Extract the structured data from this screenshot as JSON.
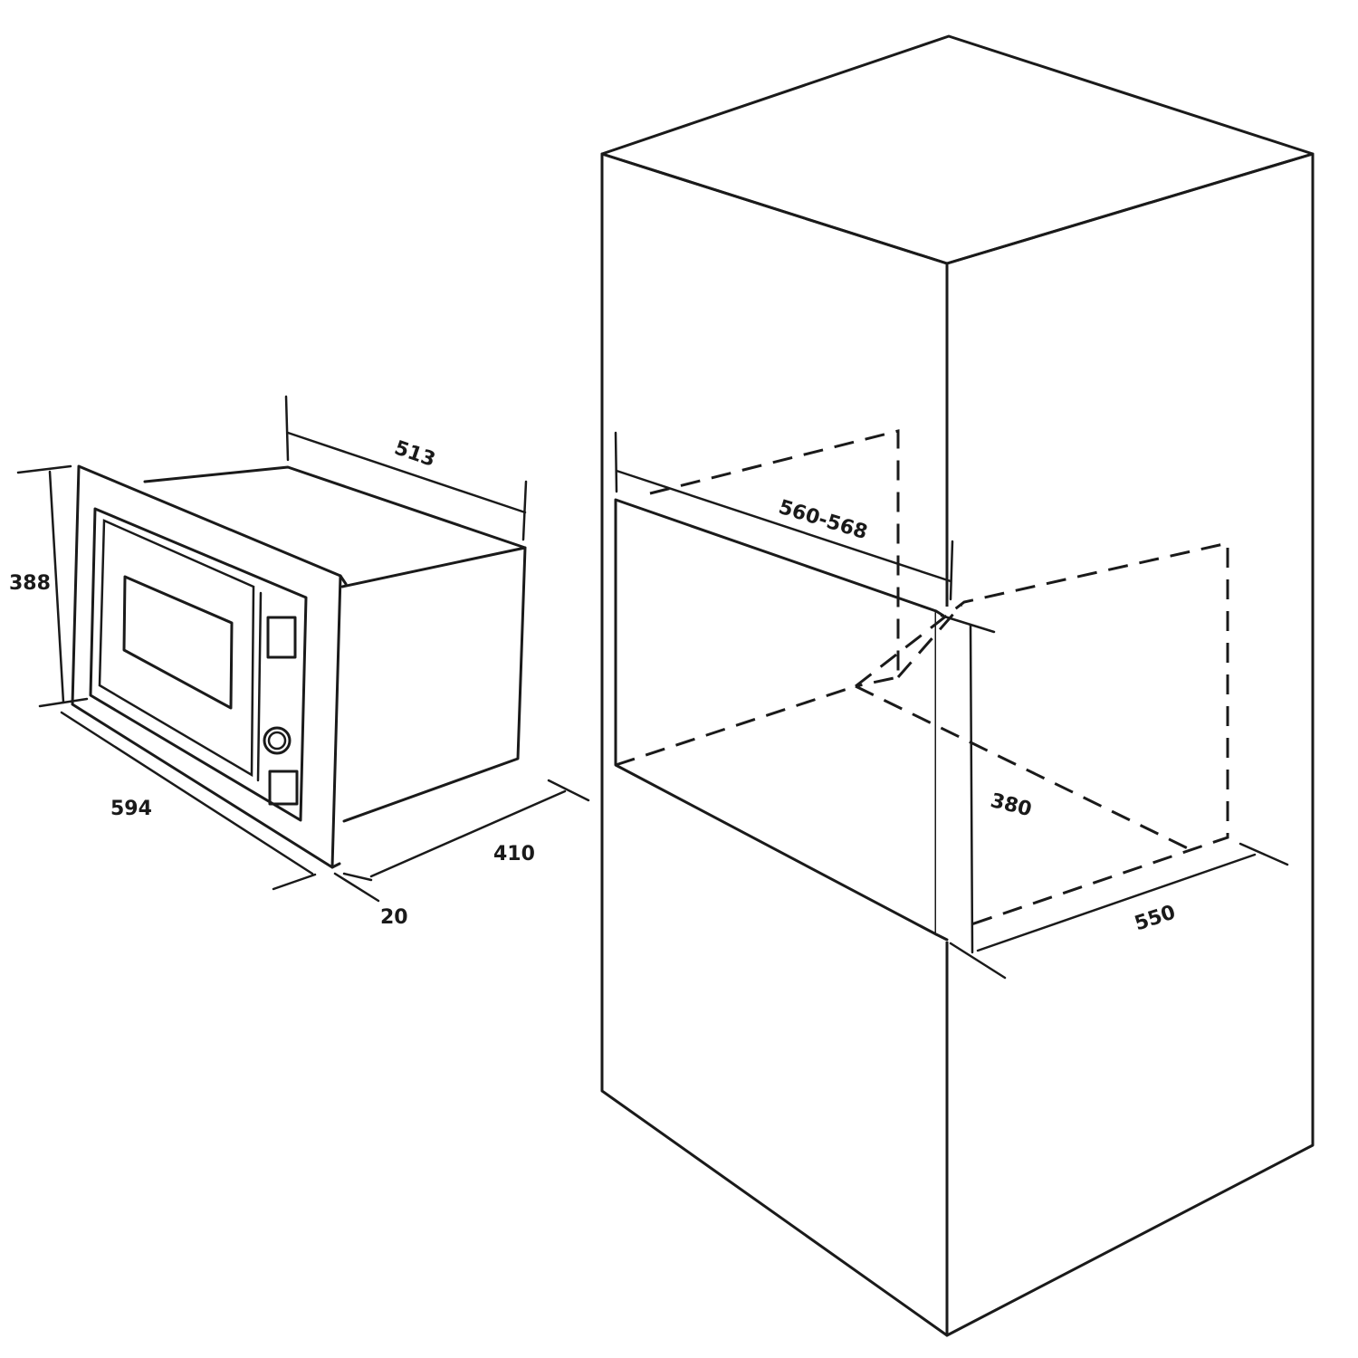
{
  "appliance": {
    "dimensions": {
      "depth_top": "513",
      "height": "388",
      "width": "594",
      "depth_side": "410",
      "frame_thickness": "20"
    }
  },
  "cabinet": {
    "dimensions": {
      "niche_width": "560-568",
      "niche_height": "380",
      "niche_depth": "550"
    }
  },
  "colors": {
    "line": "#1a1a1a",
    "background": "#ffffff"
  }
}
